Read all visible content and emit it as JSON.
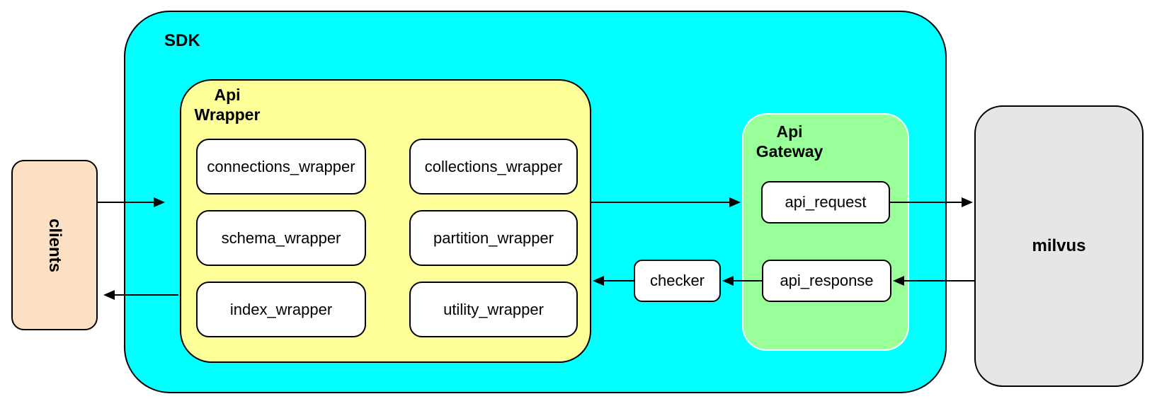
{
  "nodes": {
    "sdk": {
      "label": "SDK"
    },
    "clients": {
      "label": "clients"
    },
    "api_wrapper": {
      "label_lines": [
        "Api",
        "Wrapper"
      ]
    },
    "wrappers": [
      {
        "label": "connections_wrapper"
      },
      {
        "label": "collections_wrapper"
      },
      {
        "label": "schema_wrapper"
      },
      {
        "label": "partition_wrapper"
      },
      {
        "label": "index_wrapper"
      },
      {
        "label": "utility_wrapper"
      }
    ],
    "api_gateway": {
      "label_lines": [
        "Api",
        "Gateway"
      ]
    },
    "api_request": {
      "label": "api_request"
    },
    "api_response": {
      "label": "api_response"
    },
    "checker": {
      "label": "checker"
    },
    "milvus": {
      "label": "milvus"
    }
  },
  "arrows": [
    {
      "from": "clients",
      "to": "api_wrapper",
      "direction": "right"
    },
    {
      "from": "api_wrapper",
      "to": "clients",
      "direction": "left"
    },
    {
      "from": "api_wrapper",
      "to": "api_gateway",
      "direction": "right"
    },
    {
      "from": "api_request",
      "to": "milvus",
      "direction": "right"
    },
    {
      "from": "milvus",
      "to": "api_response",
      "direction": "left"
    },
    {
      "from": "api_response",
      "to": "checker",
      "direction": "left"
    },
    {
      "from": "checker",
      "to": "api_wrapper",
      "direction": "left"
    }
  ],
  "colors": {
    "sdk_fill": "#00FFFF",
    "api_wrapper_fill": "#FFFF99",
    "api_gateway_fill": "#99FF99",
    "clients_fill": "#FCE0C3",
    "milvus_fill": "#E6E6E6",
    "box_fill": "#FFFFFF",
    "stroke": "#000000"
  }
}
